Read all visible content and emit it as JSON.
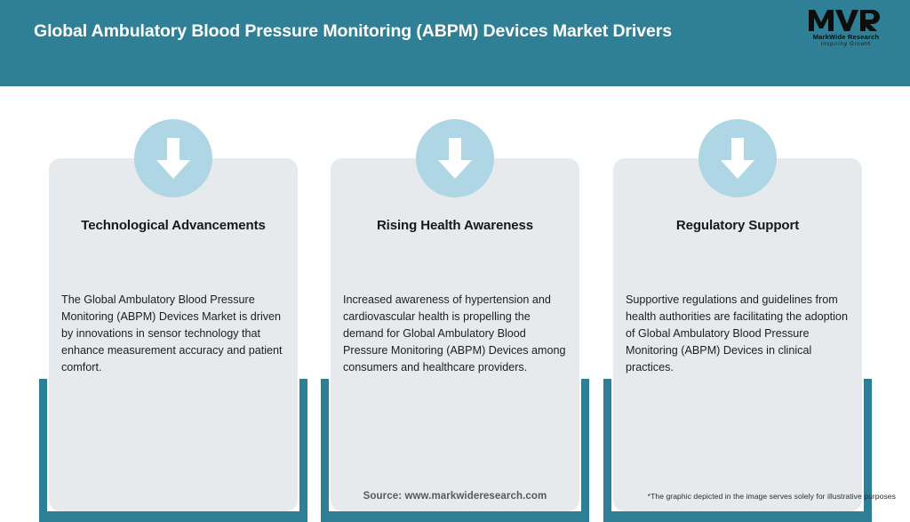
{
  "header": {
    "title": "Global Ambulatory Blood Pressure Monitoring (ABPM) Devices Market Drivers",
    "background_color": "#2f8097",
    "title_color": "#ffffff",
    "logo": {
      "mark": "MWR",
      "name": "MarkWide Research",
      "tagline": "Inspiring Growth"
    }
  },
  "theme": {
    "accent_teal": "#2d7f96",
    "circle_blue": "#aed6e4",
    "card_gray": "#e7eaec",
    "arrow_white": "#ffffff"
  },
  "cards": [
    {
      "icon": "down-arrow-icon",
      "title": "Technological Advancements",
      "body": "The Global Ambulatory Blood Pressure Monitoring (ABPM) Devices Market is driven by innovations in sensor technology that enhance measurement accuracy and patient comfort."
    },
    {
      "icon": "down-arrow-icon",
      "title": "Rising Health Awareness",
      "body": "Increased awareness of hypertension and cardiovascular health is propelling the demand for Global Ambulatory Blood Pressure Monitoring (ABPM) Devices among consumers and healthcare providers."
    },
    {
      "icon": "down-arrow-icon",
      "title": "Regulatory Support",
      "body": "Supportive regulations and guidelines from health authorities are facilitating the adoption of Global Ambulatory Blood Pressure Monitoring (ABPM) Devices in clinical practices."
    }
  ],
  "footer": {
    "source": "Source: www.markwideresearch.com",
    "disclaimer": "*The graphic depicted in the image serves solely for illustrative purposes"
  }
}
